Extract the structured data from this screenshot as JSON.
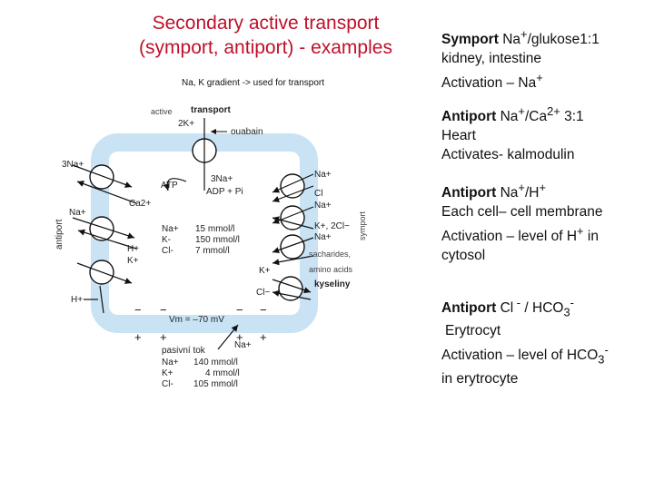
{
  "title": {
    "line1": "Secondary active transport",
    "line2": "(symport, antiport) - examples"
  },
  "gradient_note": "Na, K gradient -> used for transport",
  "blocks": {
    "symport_glucose": {
      "name": "Symport",
      "ion": "Na",
      "ion_sup": "+",
      "rest": "/glukose1:1",
      "line2": "kidney, intestine",
      "line3": "Activation – Na",
      "line3_sup": "+"
    },
    "antiport_ca": {
      "name": "Antiport",
      "ion": "Na",
      "ion_sup": "+",
      "sep": "/Ca",
      "ion2_sup": "2+",
      "rest": " 3:1",
      "line2": "Heart",
      "line3": "Activates- kalmodulin"
    },
    "antiport_h": {
      "name": "Antiport",
      "ion": "Na",
      "ion_sup": "+",
      "sep": "/H",
      "ion2_sup": "+",
      "line2": "Each cell– cell membrane",
      "line3a": "Activation – level of H",
      "line3a_sup": "+",
      "line3b": " in",
      "line4": "cytosol"
    },
    "antiport_cl": {
      "name": "Antiport",
      "ion": "Cl",
      "ion_sup": " -",
      "sep": " / HCO",
      "sub": "3",
      "sub_sup": "-",
      "line2": "Erytrocyt",
      "line3": "Activation – level of HCO",
      "line3_sub": "3",
      "line3_sup": "-",
      "line4": "in erytrocyte"
    }
  },
  "diagram": {
    "active": "active",
    "transport": "transport",
    "k2": "2K+",
    "ouabain": "ouabain",
    "na3_left": "3Na+",
    "atp": "ATP",
    "na3_pump": "3Na+",
    "adp_pi": "ADP + Pi",
    "ca2": "Ca2+",
    "na_left": "Na+",
    "antiport_vertical": "antiport",
    "symport_vertical": "symport",
    "h_left": "H+",
    "k_left": "K+",
    "h_bottom": "H+",
    "inside": [
      {
        "ion": "Na+",
        "conc": "15 mmol/l"
      },
      {
        "ion": "K-",
        "conc": "150 mmol/l"
      },
      {
        "ion": "Cl-",
        "conc": "7 mmol/l"
      }
    ],
    "sym_na": "Na+",
    "sym_cl": "Cl",
    "sym_na2": "Na+",
    "sym_k2cl": "K+, 2Cl−",
    "sym_na3": "Na+",
    "saccharides": "sacharides,",
    "amino_acids": "amino acids",
    "k_right": "K+",
    "kyseliny": "kyseliny",
    "cl_right": "Cl−",
    "vm": "Vm = –70 mV",
    "pasivni": "pasivní tok",
    "na_pas": "Na+",
    "outside": [
      {
        "ion": "Na+",
        "conc": "140 mmol/l"
      },
      {
        "ion": "K+",
        "conc": "4 mmol/l"
      },
      {
        "ion": "Cl-",
        "conc": "105 mmol/l"
      }
    ],
    "colors": {
      "cell": "#c9e3f5",
      "title": "#c0102a"
    }
  }
}
